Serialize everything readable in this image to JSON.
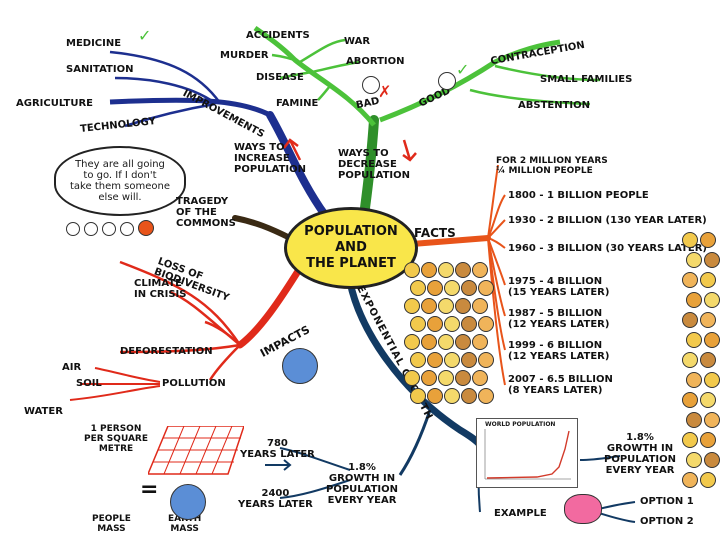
{
  "center": {
    "title": "POPULATION\nAND\nTHE PLANET"
  },
  "branches": {
    "increase": "WAYS TO\nINCREASE\nPOPULATION",
    "decrease": "WAYS TO\nDECREASE\nPOPULATION",
    "improvements": "IMPROVEMENTS",
    "improvement_items": [
      "MEDICINE",
      "SANITATION",
      "AGRICULTURE",
      "TECHNOLOGY"
    ],
    "tragedy": "TRAGEDY\nOF THE\nCOMMONS",
    "bubble": "They are all going\nto go. If I don't\ntake them someone\nelse will.",
    "bad": "BAD",
    "bad_items": [
      "ACCIDENTS",
      "MURDER",
      "DISEASE",
      "FAMINE",
      "WAR",
      "ABORTION"
    ],
    "good": "GOOD",
    "good_items": [
      "CONTRACEPTION",
      "SMALL FAMILIES",
      "ABSTENTION"
    ],
    "impacts": "IMPACTS",
    "impact_items": [
      "LOSS OF\nBIODIVERSITY",
      "CLIMATE\nIN CRISIS",
      "DEFORESTATION",
      "POLLUTION"
    ],
    "pollution_items": [
      "AIR",
      "SOIL",
      "WATER"
    ],
    "facts": "FACTS",
    "fact_items": [
      "FOR 2 MILLION YEARS\n¼ MILLION PEOPLE",
      "1800 - 1 BILLION PEOPLE",
      "1930 - 2 BILLION (130 YEAR LATER)",
      "1960 - 3 BILLION (30 YEARS LATER)",
      "1975 - 4 BILLION\n(15 YEARS LATER)",
      "1987 - 5 BILLION\n(12 YEARS LATER)",
      "1999 - 6 BILLION\n(12 YEARS LATER)",
      "2007 - 6.5 BILLION\n(8 YEARS LATER)"
    ],
    "exponential": "EXPONENTIAL GROWTH",
    "growth": "1.8%\nGROWTH IN\nPOPULATION\nEVERY YEAR",
    "growth_right": "1.8%\nGROWTH IN\nPOPULATION\nEVERY YEAR",
    "years_780": "780\nYEARS LATER",
    "years_2400": "2400\nYEARS LATER",
    "person_per_sq": "1 PERSON\nPER SQUARE\nMETRE",
    "people_mass": "PEOPLE\nMASS",
    "equals": "=",
    "earth_mass": "EARTH\nMASS",
    "chart_title": "WORLD POPULATION",
    "example": "EXAMPLE",
    "options": [
      "OPTION 1",
      "OPTION 2"
    ]
  },
  "colors": {
    "increase": "#1d2f8f",
    "decrease": "#2f8f2a",
    "good_bad": "#4cc23a",
    "facts": "#e8541a",
    "impacts": "#e02a1a",
    "exponential": "#123a63",
    "tragedy": "#3a2a14",
    "hub": "#f9e64a"
  }
}
